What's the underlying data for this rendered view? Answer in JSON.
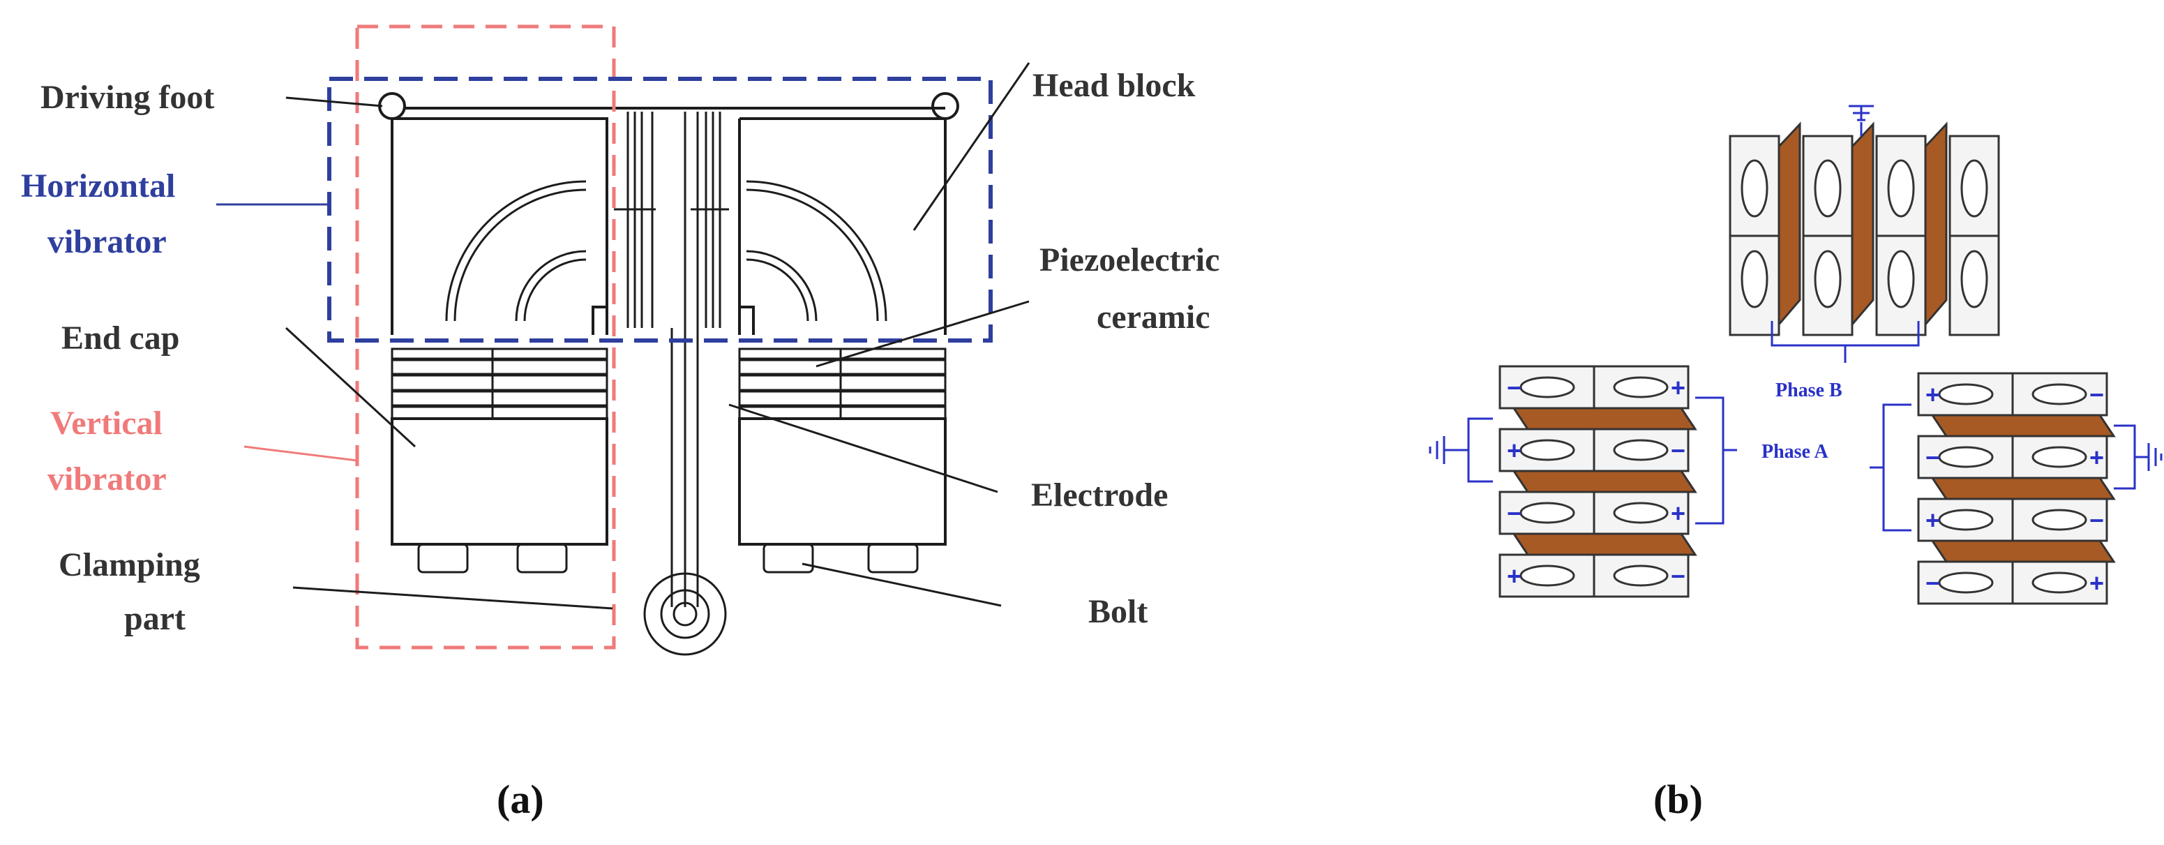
{
  "figure": {
    "panel_a": {
      "caption": "(a)",
      "labels": {
        "driving_foot": "Driving foot",
        "horizontal_vibrator_line1": "Horizontal",
        "horizontal_vibrator_line2": "vibrator",
        "end_cap": "End cap",
        "vertical_vibrator_line1": "Vertical",
        "vertical_vibrator_line2": "vibrator",
        "clamping_part_line1": "Clamping",
        "clamping_part_line2": "part",
        "head_block": "Head block",
        "piezoelectric_ceramic_line1": "Piezoelectric",
        "piezoelectric_ceramic_line2": "ceramic",
        "electrode": "Electrode",
        "bolt": "Bolt"
      }
    },
    "panel_b": {
      "caption": "(b)",
      "phase_a": "Phase A",
      "phase_b": "Phase B",
      "plus": "+",
      "minus": "−"
    },
    "colors": {
      "horizontal_vibrator": "#2e3f9e",
      "vertical_vibrator": "#f07a7a",
      "electrode": "#a85a24",
      "wiring": "#2a32c8",
      "outline": "#1c1c1c"
    }
  }
}
